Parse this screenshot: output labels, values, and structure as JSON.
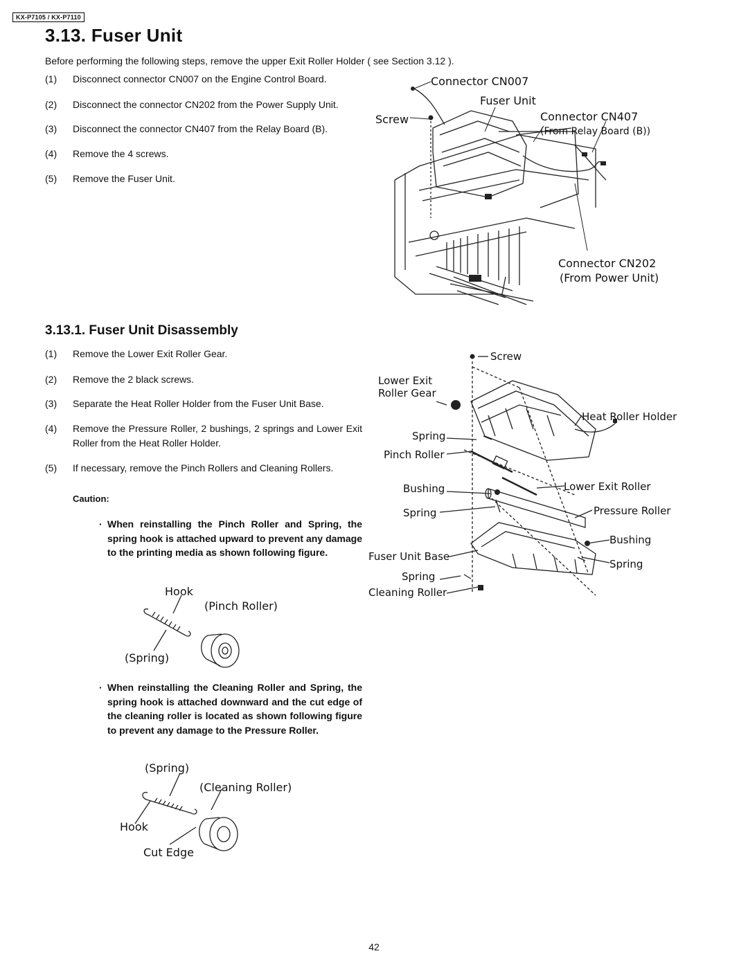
{
  "header": {
    "model_tag": "KX-P7105 / KX-P7110"
  },
  "section": {
    "title": "3.13.  Fuser Unit",
    "intro": "Before performing the following steps, remove the upper Exit Roller Holder ( see Section 3.12 ).",
    "steps": [
      {
        "num": "(1)",
        "text": "Disconnect connector CN007 on the Engine Control Board."
      },
      {
        "num": "(2)",
        "text": "Disconnect the connector CN202 from the Power Supply Unit."
      },
      {
        "num": "(3)",
        "text": "Disconnect the connector CN407 from the Relay Board (B)."
      },
      {
        "num": "(4)",
        "text": "Remove the 4 screws."
      },
      {
        "num": "(5)",
        "text": "Remove the Fuser Unit."
      }
    ],
    "figure_labels": {
      "cn007": "Connector CN007",
      "fuser_unit": "Fuser Unit",
      "screw": "Screw",
      "cn407": "Connector CN407",
      "cn407_sub": "(From Relay Board (B))",
      "cn202": "Connector CN202",
      "cn202_sub": "(From Power Unit)"
    }
  },
  "subsection": {
    "title": "3.13.1.  Fuser Unit Disassembly",
    "steps": [
      {
        "num": "(1)",
        "text": "Remove the Lower Exit Roller Gear."
      },
      {
        "num": "(2)",
        "text": "Remove the 2 black screws."
      },
      {
        "num": "(3)",
        "text": "Separate the Heat Roller Holder from the Fuser Unit Base."
      },
      {
        "num": "(4)",
        "text": "Remove the Pressure Roller, 2 bushings, 2 springs and Lower Exit Roller from the Heat Roller Holder."
      },
      {
        "num": "(5)",
        "text": "If necessary, remove the Pinch Rollers and Cleaning Rollers."
      }
    ],
    "caution_title": "Caution:",
    "bullets": [
      {
        "symbol": "·",
        "text": "When reinstalling the Pinch Roller and Spring, the spring hook is attached upward to prevent any damage to the printing media as shown following figure."
      },
      {
        "symbol": "·",
        "text": "When reinstalling the Cleaning Roller and Spring, the spring hook is attached downward and the cut edge of the cleaning roller is located as shown following figure to prevent any damage to the Pressure Roller."
      }
    ],
    "figure_labels": {
      "screw": "Screw",
      "lower_exit_roller_gear_1": "Lower Exit",
      "lower_exit_roller_gear_2": "Roller Gear",
      "heat_roller_holder": "Heat Roller Holder",
      "spring_1": "Spring",
      "pinch_roller": "Pinch Roller",
      "bushing_1": "Bushing",
      "lower_exit_roller": "Lower Exit Roller",
      "spring_2": "Spring",
      "pressure_roller": "Pressure Roller",
      "bushing_2": "Bushing",
      "fuser_unit_base": "Fuser Unit Base",
      "spring_3": "Spring",
      "spring_4": "Spring",
      "cleaning_roller": "Cleaning Roller"
    },
    "pinch_fig": {
      "hook": "Hook",
      "pinch_roller": "(Pinch Roller)",
      "spring": "(Spring)"
    },
    "cleaning_fig": {
      "spring": "(Spring)",
      "cleaning_roller": "(Cleaning Roller)",
      "hook": "Hook",
      "cut_edge": "Cut Edge"
    }
  },
  "footer": {
    "page_number": "42"
  }
}
